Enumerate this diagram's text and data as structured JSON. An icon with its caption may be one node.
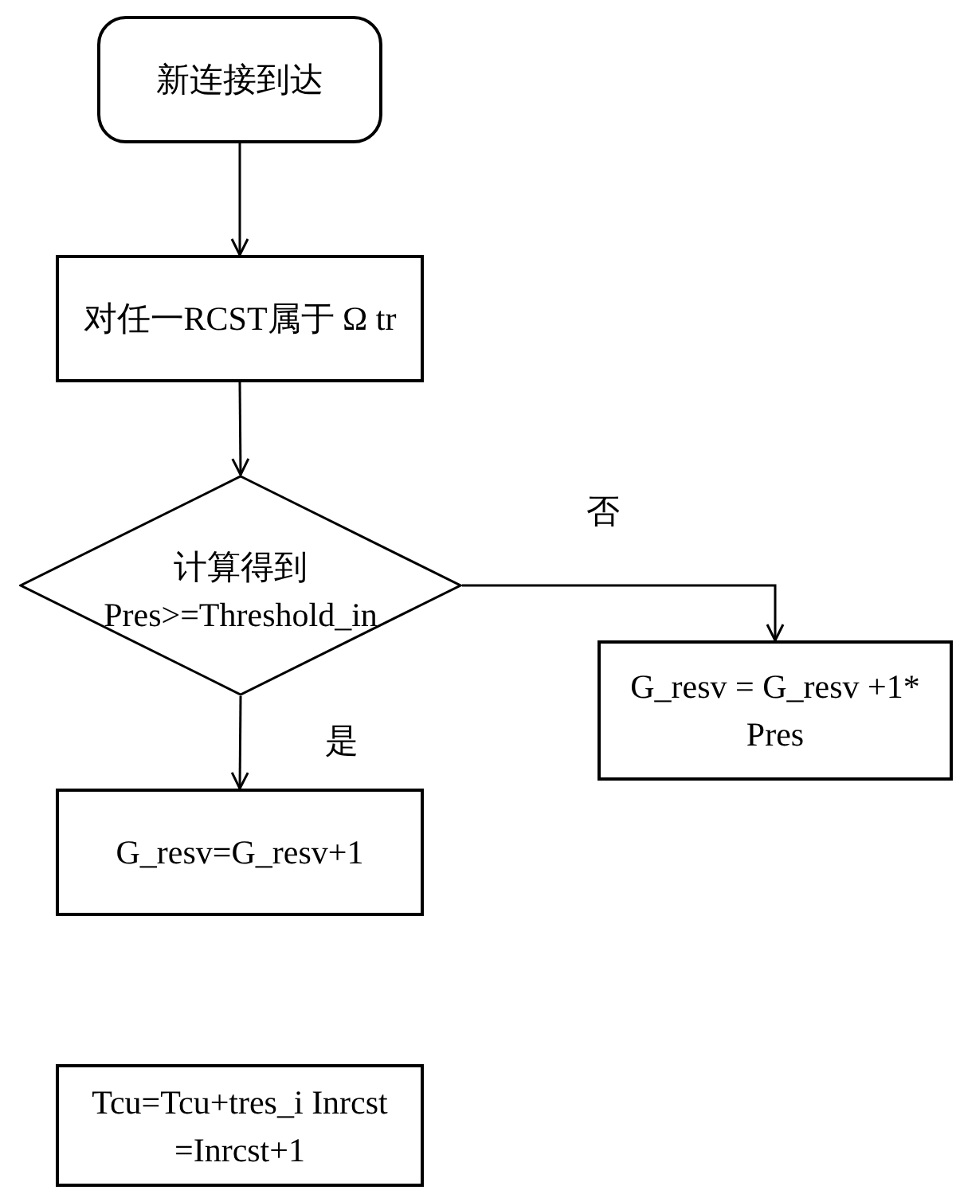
{
  "diagram": {
    "nodes": [
      {
        "text": [
          "新连接到达"
        ]
      },
      {
        "text": [
          "对任一RCST属于 Ω tr"
        ]
      },
      {
        "text": [
          "计算得到 Pres>=Threshold_in"
        ]
      },
      {
        "text": [
          "G_resv = G_resv +1* Pres"
        ]
      },
      {
        "text": [
          "G_resv=G_resv+1"
        ]
      },
      {
        "text": [
          "Tcu=Tcu+tres_i Inrcst =Inrcst+1"
        ]
      }
    ],
    "edges": [
      {
        "from": 0,
        "to": 1,
        "arrow": "to"
      },
      {
        "from": 1,
        "to": 2,
        "arrow": "to"
      },
      {
        "from": 2,
        "to": 3,
        "arrow": "to",
        "label": "否"
      },
      {
        "from": 2,
        "to": 4,
        "arrow": "to",
        "label": "是"
      }
    ]
  }
}
